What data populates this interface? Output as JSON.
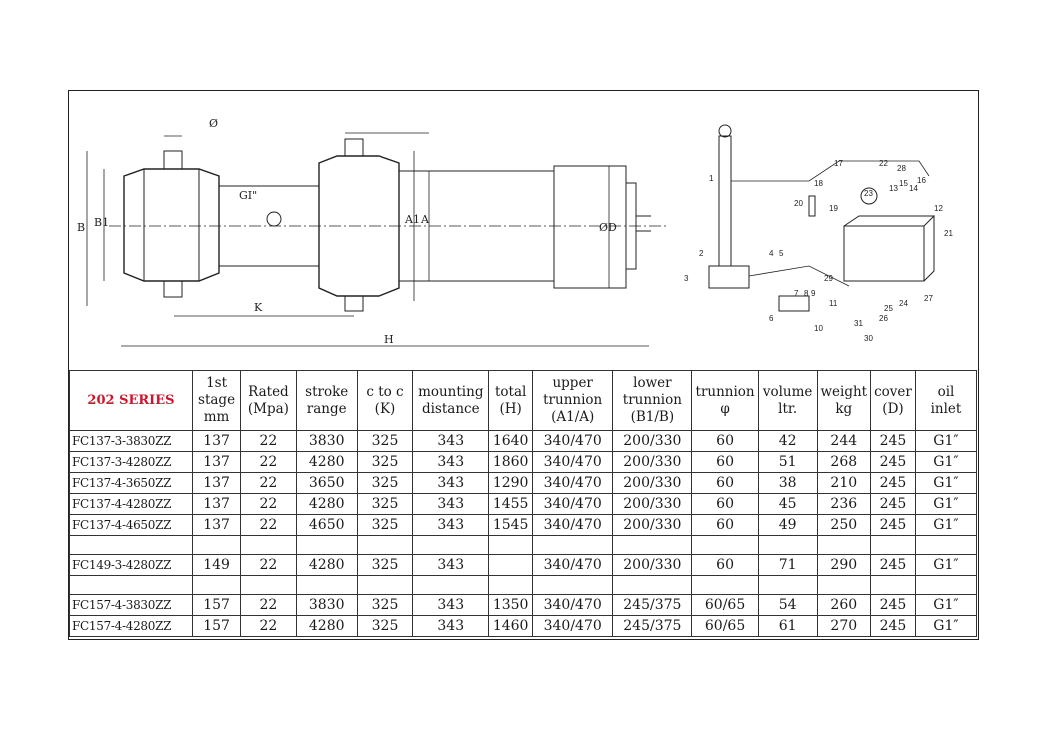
{
  "drawing": {
    "labels": {
      "phi": "Ø",
      "B": "B",
      "B1": "B1",
      "GI": "GI\"",
      "A1": "A1",
      "A": "A",
      "D": "ØD",
      "K": "K",
      "H": "H"
    },
    "callouts": [
      "1",
      "2",
      "3",
      "4",
      "5",
      "6",
      "7",
      "8",
      "9",
      "10",
      "11",
      "12",
      "13",
      "14",
      "15",
      "16",
      "17",
      "18",
      "19",
      "20",
      "21",
      "22",
      "23",
      "24",
      "25",
      "26",
      "27",
      "28",
      "29",
      "30",
      "31"
    ]
  },
  "table": {
    "series_title": "202 SERIES",
    "headers": [
      "1st\nstage\nmm",
      "Rated\n(Mpa)",
      "stroke\nrange",
      "c to c\n(K)",
      "mounting\ndistance",
      "total\n(H)",
      "upper\ntrunnion\n(A1/A)",
      "lower\ntrunnion\n(B1/B)",
      "trunnion\nφ",
      "volume\nltr.",
      "weight\nkg",
      "cover\n(D)",
      "oil\ninlet"
    ],
    "rows": [
      [
        "FC137-3-3830ZZ",
        "137",
        "22",
        "3830",
        "325",
        "343",
        "1640",
        "340/470",
        "200/330",
        "60",
        "42",
        "244",
        "245",
        "G1″"
      ],
      [
        "FC137-3-4280ZZ",
        "137",
        "22",
        "4280",
        "325",
        "343",
        "1860",
        "340/470",
        "200/330",
        "60",
        "51",
        "268",
        "245",
        "G1″"
      ],
      [
        "FC137-4-3650ZZ",
        "137",
        "22",
        "3650",
        "325",
        "343",
        "1290",
        "340/470",
        "200/330",
        "60",
        "38",
        "210",
        "245",
        "G1″"
      ],
      [
        "FC137-4-4280ZZ",
        "137",
        "22",
        "4280",
        "325",
        "343",
        "1455",
        "340/470",
        "200/330",
        "60",
        "45",
        "236",
        "245",
        "G1″"
      ],
      [
        "FC137-4-4650ZZ",
        "137",
        "22",
        "4650",
        "325",
        "343",
        "1545",
        "340/470",
        "200/330",
        "60",
        "49",
        "250",
        "245",
        "G1″"
      ],
      [],
      [
        "FC149-3-4280ZZ",
        "149",
        "22",
        "4280",
        "325",
        "343",
        "",
        "340/470",
        "200/330",
        "60",
        "71",
        "290",
        "245",
        "G1″"
      ],
      [],
      [
        "FC157-4-3830ZZ",
        "157",
        "22",
        "3830",
        "325",
        "343",
        "1350",
        "340/470",
        "245/375",
        "60/65",
        "54",
        "260",
        "245",
        "G1″"
      ],
      [
        "FC157-4-4280ZZ",
        "157",
        "22",
        "4280",
        "325",
        "343",
        "1460",
        "340/470",
        "245/375",
        "60/65",
        "61",
        "270",
        "245",
        "G1″"
      ]
    ]
  }
}
